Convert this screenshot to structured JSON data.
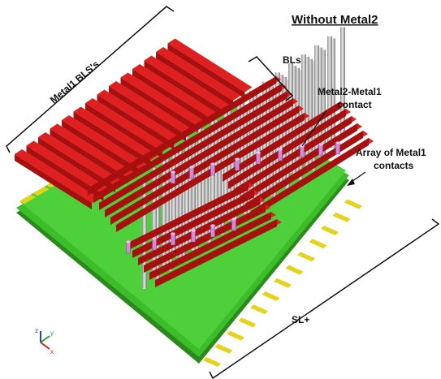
{
  "title": "Without Metal2",
  "labels": {
    "metal1_bls": "Metal1 BLS's",
    "bls": "BLs",
    "metal2_metal1_contact_line1": "Metal2-Metal1",
    "metal2_metal1_contact_line2": "contact",
    "array_contacts_line1": "Array of Metal1",
    "array_contacts_line2": "contacts",
    "sl_plus": "SL+"
  },
  "axes": {
    "z": "z",
    "y": "y",
    "x": "x"
  },
  "colors": {
    "metal_red": "#e02020",
    "metal_red_dark": "#a80f0f",
    "green_layer": "#3dbd2a",
    "green_dark": "#2a8a1c",
    "yellow_contact": "#e6d318",
    "pillar_gray": "#b8b8b8",
    "via_pink": "#d28ad6",
    "axis_blue": "#1f3fd0",
    "axis_red": "#d02020",
    "axis_green": "#20a040"
  }
}
